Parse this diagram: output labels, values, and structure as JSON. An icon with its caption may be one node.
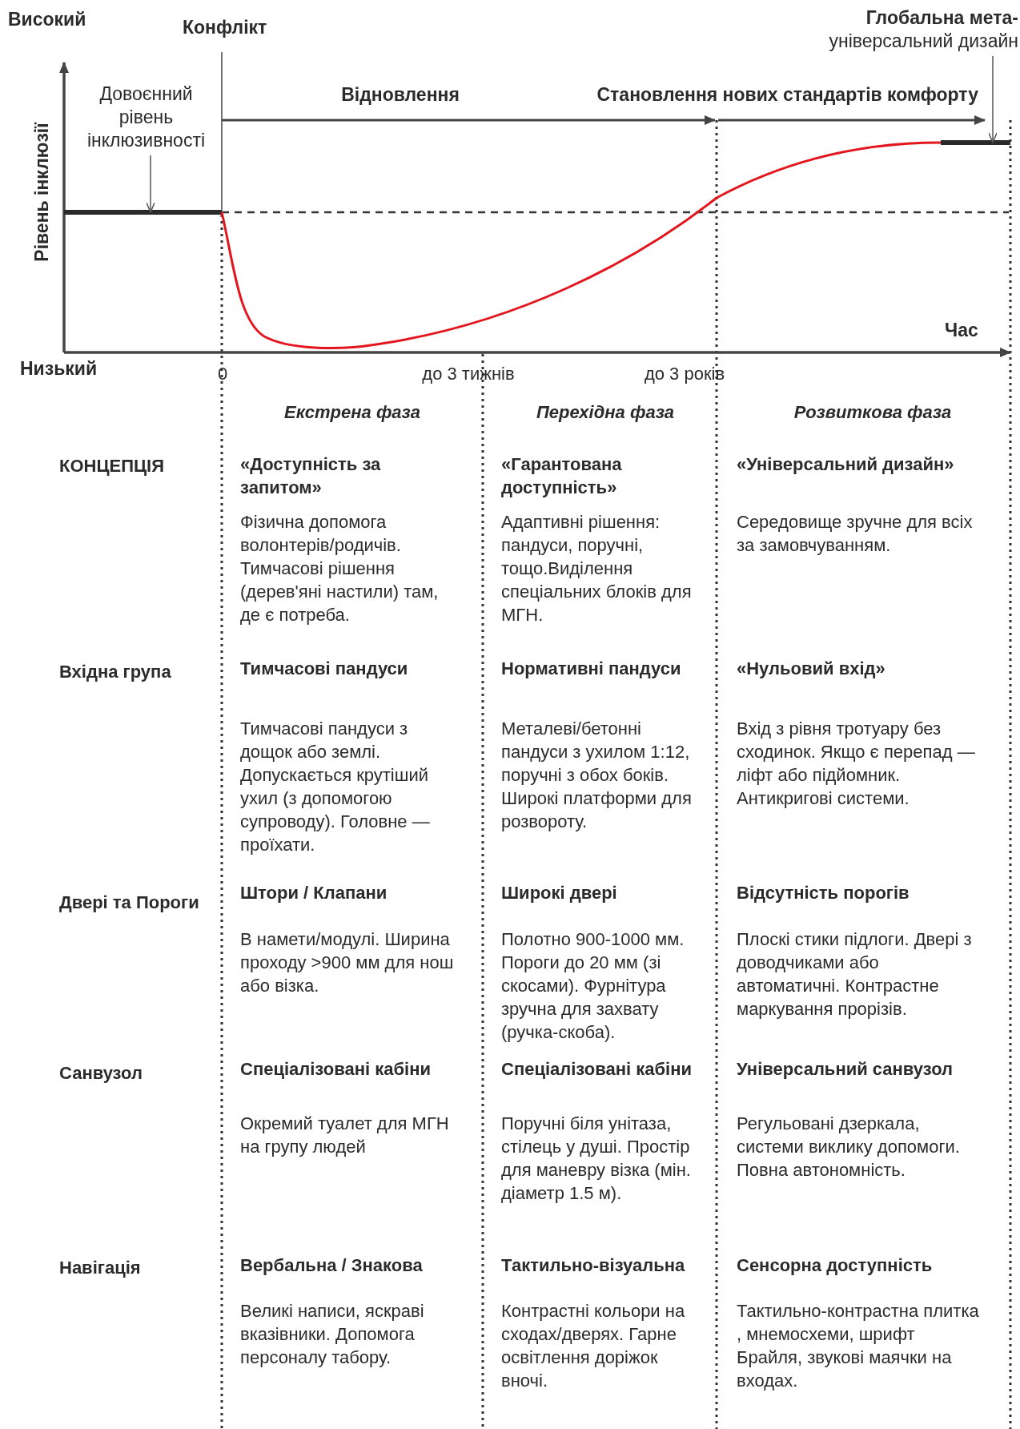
{
  "diagram": {
    "nodes": [
      {
        "text": [
          "Довоєнний рівень інклюзивності"
        ]
      },
      {
        "text": [],
        "shape": "bar"
      },
      {
        "text": [
          "**Глобальна мета-** універсальний дизайн"
        ]
      },
      {
        "text": [],
        "shape": "bar"
      }
    ],
    "edges": [
      {
        "from": 0,
        "to": 1,
        "arrow": "to"
      },
      {
        "from": 2,
        "to": 3,
        "arrow": "to"
      },
      {
        "from": 1,
        "to": 3,
        "arrow": "none",
        "color": "#e3161d"
      }
    ],
    "labels": [
      "Високий",
      "Конфлікт",
      "Відновлення",
      "Становлення нових стандартів комфорту",
      "Рівень інклюзії",
      "Час",
      "Низький",
      "0",
      "до 3 тижнів",
      "до 3 років",
      "Екстрена фаза",
      "Перехідна фаза",
      "Розвиткова фаза",
      "КОНЦЕПЦІЯ",
      "«Доступність за запитом»",
      "Фізична допомога волонтерів/родичів. Тимчасові рішення (дерев'яні настили) там, де є потреба.",
      "«Гарантована доступність»",
      "Адаптивні рішення: пандуси, поручні, тощо.Виділення спеціальних блоків для МГН.",
      "«Універсальний дизайн»",
      "Середовище зручне для всіх за замовчуванням.",
      "Вхідна група",
      "Тимчасові пандуси",
      "Тимчасові пандуси з дощок або землі. Допускається крутіший ухил (з допомогою супроводу). Головне — проїхати.",
      "Нормативні пандуси",
      "Металеві/бетонні пандуси з ухилом 1:12, поручні з обох боків. Широкі платформи для розвороту.",
      "«Нульовий вхід»",
      "Вхід з рівня тротуару без сходинок. Якщо є перепад — ліфт або підйомник. Антикригові системи.",
      "Двері та Пороги",
      "Штори / Клапани",
      "В намети/модулі. Ширина проходу >900 мм для нош або візка.",
      "Широкі двері",
      "Полотно 900-1000 мм. Пороги до 20 мм (зі скосами). Фурнітура зручна для захвату (ручка-скоба).",
      "Відсутність порогів",
      "Плоскі стики підлоги. Двері з доводчиками або автоматичні. Контрастне маркування прорізів.",
      "Санвузол",
      "Спеціалізовані кабіни",
      "Окремий туалет для МГН на групу людей",
      "Спеціалізовані кабіни",
      "Поручні біля унітаза, стілець у душі. Простір для маневру візка (мін. діаметр 1.5 м).",
      "Універсальний санвузол",
      "Регульовані дзеркала, системи виклику допомоги. Повна автономність.",
      "Навігація",
      "Вербальна / Знакова",
      "Великі написи, яскраві вказівники. Допомога персоналу табору.",
      "Тактильно-візуальна",
      "Контрастні кольори на сходах/дверях. Гарне освітлення доріжок вночі.",
      "Сенсорна доступність",
      "Тактильно-контрастна плитка , мнемосхеми, шрифт Брайля, звукові маячки на входах."
    ]
  }
}
